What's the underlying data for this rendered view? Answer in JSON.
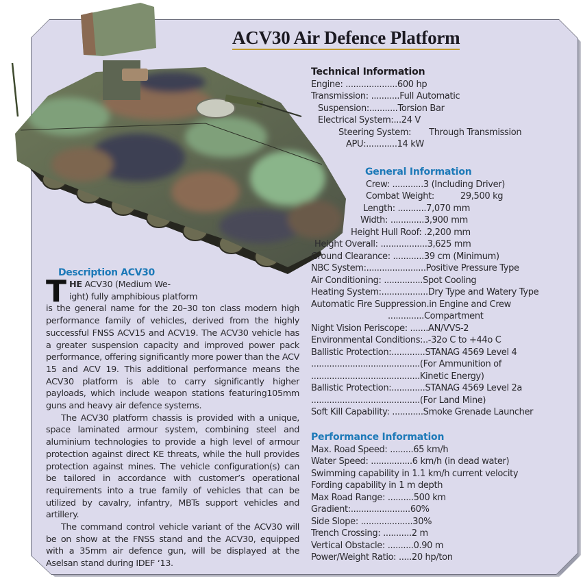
{
  "title": "ACV30 Air Defence Platform",
  "colors": {
    "panel_bg": "#dcdaec",
    "section_blue": "#1e7ab8",
    "title_underline": "#c09a2c",
    "text": "#2b2a2e"
  },
  "image": {
    "subject": "ACV30 tracked armoured vehicle with air defence radar, camouflage paint",
    "icon": "armoured-vehicle-illustration"
  },
  "technical": {
    "heading": "Technical Information",
    "rows": [
      {
        "label": "Engine: ....................",
        "value": "600 hp"
      },
      {
        "label": "Transmission: ...........",
        "value": "Full Automatic"
      },
      {
        "label": "Suspension:...........",
        "value": "Torsion Bar"
      },
      {
        "label": "Electrical System:...",
        "value": "24 V"
      },
      {
        "label": "Steering System:",
        "value": "Through Transmission"
      },
      {
        "label": "APU:............",
        "value": "14 kW"
      }
    ]
  },
  "general": {
    "heading": "General Information",
    "rows": [
      {
        "label": "Crew: ............",
        "value": "3 (Including Driver)"
      },
      {
        "label": "Combat Weight:",
        "value": "29,500 kg"
      },
      {
        "label": "Length: ...........",
        "value": "7,070 mm"
      },
      {
        "label": "Width: .............",
        "value": "3,900 mm"
      },
      {
        "label": "Height Hull Roof: .",
        "value": "2,200 mm"
      },
      {
        "label": "Height Overall: ..................",
        "value": "3,625 mm"
      },
      {
        "label": "Ground Clearance: ............",
        "value": "39 cm (Minimum)"
      },
      {
        "label": "NBC System:.......................",
        "value": "Positive Pressure Type"
      },
      {
        "label": "Air Conditioning: ...............",
        "value": "Spot Cooling"
      },
      {
        "label": "Heating System:..................",
        "value": "Dry Type and Watery Type"
      },
      {
        "label": "Automatic Fire Suppression.",
        "value": "in Engine and Crew"
      },
      {
        "label": "..............",
        "value": "Compartment"
      },
      {
        "label": "Night Vision Periscope: .......",
        "value": "AN/VVS-2"
      },
      {
        "label": "Environmental Conditions:..",
        "value": "-32o C to +44o C"
      },
      {
        "label": "Ballistic Protection:.............",
        "value": "STANAG 4569 Level 4"
      },
      {
        "label": "..........................................",
        "value": "(For Ammunition of"
      },
      {
        "label": "..........................................",
        "value": "Kinetic Energy)"
      },
      {
        "label": "Ballistic Protection:.............",
        "value": "STANAG 4569 Level 2a"
      },
      {
        "label": "..........................................",
        "value": "(For Land Mine)"
      },
      {
        "label": "Soft Kill Capability: ............",
        "value": "Smoke Grenade Launcher"
      }
    ]
  },
  "performance": {
    "heading": "Performance Information",
    "rows": [
      {
        "label": "Max. Road Speed: .........",
        "value": "65 km/h"
      },
      {
        "label": "Water Speed: ................",
        "value": "6 km/h (in dead water)"
      },
      {
        "label": "Swimming capability in 1.1 km/h current velocity",
        "value": ""
      },
      {
        "label": "Fording capability in 1 m depth",
        "value": ""
      },
      {
        "label": "Max Road Range: ..........",
        "value": "500 km"
      },
      {
        "label": "Gradient:.......................",
        "value": "60%"
      },
      {
        "label": "Side Slope: ....................",
        "value": "30%"
      },
      {
        "label": "Trench Crossing: ...........",
        "value": "2 m"
      },
      {
        "label": "Vertical Obstacle: ..........",
        "value": "0.90 m"
      },
      {
        "label": "Power/Weight Ratio: .....",
        "value": "20 hp/ton"
      }
    ]
  },
  "description": {
    "heading": "Description ACV30",
    "drop_cap": "T",
    "lead_bold": "HE",
    "lead_line1": " ACV30 (Medium We-",
    "lead_line2": "ight) fully amphibious platform",
    "para1_rest": "is the general name for the 20–30 ton class modern high performance family of vehicles, derived from the highly successful FNSS ACV15 and ACV19. The ACV30 vehicle has a greater suspension capacity and improved power pack performance, offering significantly more power than the ACV 15 and ACV 19. This additional performance means the ACV30 platform is able to carry significantly higher payloads, which include weapon stations featuring105mm guns and heavy air defence systems.",
    "para2": "The ACV30 platform chassis is provided with a unique, space laminated armour system, combining steel and aluminium technologies to provide a high level of armour protection against direct KE threats, while the hull provides protection against mines. The vehicle configuration(s) can be tailored in accordance with customer’s operational requirements into a true family of vehicles that can be utilized by cavalry, infantry, MBTs support vehicles and artillery.",
    "para3": "The command control vehicle variant of the ACV30 will be on show at the FNSS stand and the ACV30, equipped with a 35mm air defence gun, will be displayed at the Aselsan stand during IDEF ‘13."
  }
}
